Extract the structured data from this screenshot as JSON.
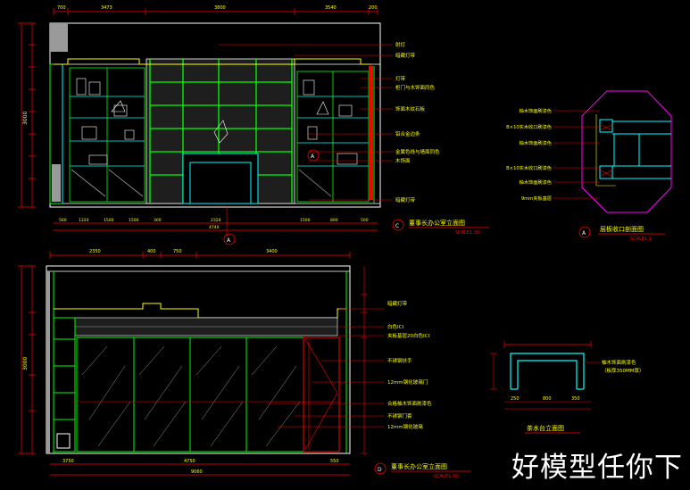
{
  "colors": {
    "bg": "#000000",
    "white": "#ffffff",
    "yellow": "#ffff00",
    "green": "#00ff00",
    "cyan": "#00ffff",
    "red": "#ff0000",
    "magenta": "#ff00ff",
    "dim": "#9a9a9a"
  },
  "top_view": {
    "dims_top": [
      "700",
      "3473",
      "3800",
      "3540",
      "200"
    ],
    "dims_bottom": [
      "560",
      "1320",
      "1500",
      "1500",
      "300",
      "2320",
      "1500",
      "800",
      "500"
    ],
    "total_width": "4740",
    "height_dim": "3000",
    "callouts": [
      "射灯",
      "暗藏灯带",
      "灯带",
      "柜门与木饰面同色",
      "饰面木纹石板",
      "铝合金边条",
      "金属色线与墙面同色",
      "木饰面",
      "暗藏灯带"
    ],
    "marker_letter": "A",
    "title_mark": "C",
    "title": "董事长办公室立面图",
    "scale": "SCALE1:30"
  },
  "detail_a": {
    "callouts": [
      "柚木饰面刷漆色",
      "B×10实木收口刷漆色",
      "柚木饰面刷漆色",
      "B×10实木收口刷漆色",
      "柚木饰面刷漆色",
      "9mm夹板基层"
    ],
    "mark": "A",
    "title": "层板收口剖面图",
    "scale": "SCALE1:1"
  },
  "bottom_view": {
    "dims_top": [
      "2350",
      "400",
      "750",
      "3400"
    ],
    "dims_bottom": [
      "3750",
      "4750",
      "550"
    ],
    "total_width": "9060",
    "height_dim": "3000",
    "callouts": [
      "暗藏灯带",
      "白色ICI",
      "夹板基层20白色ICI",
      "不锈钢扶手",
      "12mm钢化玻璃门",
      "合格柚木饰面刷漆色",
      "不锈钢门套",
      "12mm钢化玻璃"
    ],
    "title_mark": "D",
    "title": "董事长办公室立面图",
    "scale": "SCALE1:30"
  },
  "detail_b": {
    "callouts": [
      "柚木饰面刷漆色",
      "（板厚350MM厚）"
    ],
    "dims": [
      "250",
      "800",
      "350"
    ],
    "title": "茶水台立面图"
  },
  "watermark": "好模型任你下"
}
